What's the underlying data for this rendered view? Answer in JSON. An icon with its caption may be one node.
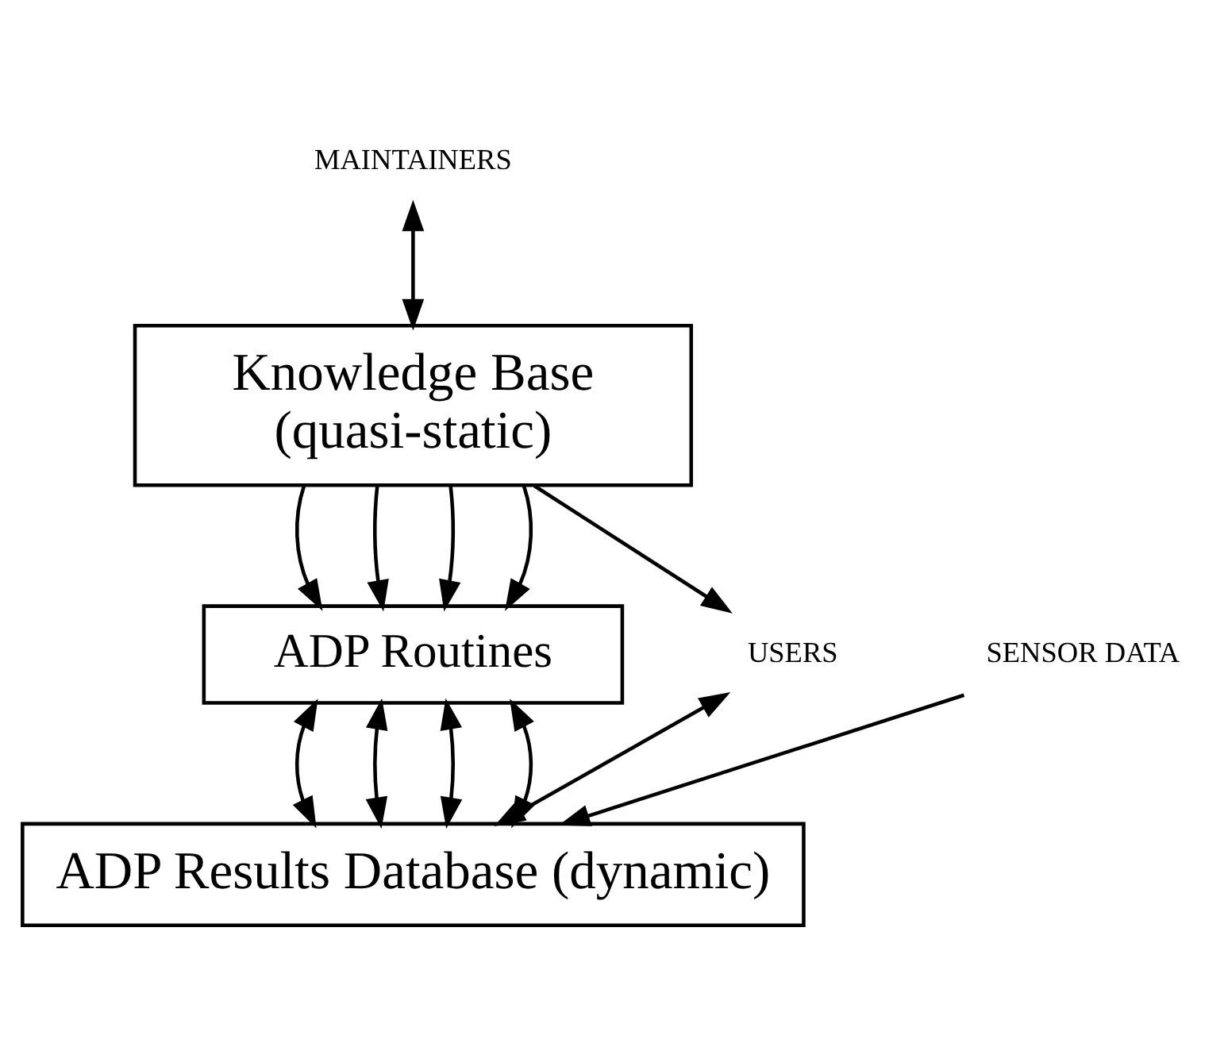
{
  "diagram": {
    "nodes": [
      {
        "text": [
          "MAINTAINERS"
        ]
      },
      {
        "text": [
          "Knowledge Base",
          "(quasi-static)"
        ]
      },
      {
        "text": [
          "ADP Routines"
        ]
      },
      {
        "text": [
          "ADP Results Database (dynamic)"
        ]
      },
      {
        "text": [
          "SENSOR DATA"
        ]
      },
      {
        "text": [
          "USERS"
        ]
      }
    ],
    "edges": [
      {
        "from": 0,
        "to": 1,
        "arrow": "both"
      },
      {
        "from": 1,
        "to": 2,
        "arrow": "to"
      },
      {
        "from": 1,
        "to": 2,
        "arrow": "to"
      },
      {
        "from": 1,
        "to": 2,
        "arrow": "to"
      },
      {
        "from": 1,
        "to": 2,
        "arrow": "to"
      },
      {
        "from": 1,
        "to": 5,
        "arrow": "to"
      },
      {
        "from": 4,
        "to": 3,
        "arrow": "to"
      },
      {
        "from": 2,
        "to": 3,
        "arrow": "both"
      },
      {
        "from": 2,
        "to": 3,
        "arrow": "both"
      },
      {
        "from": 2,
        "to": 3,
        "arrow": "both"
      },
      {
        "from": 2,
        "to": 3,
        "arrow": "both"
      },
      {
        "from": 5,
        "to": 3,
        "arrow": "both"
      }
    ]
  }
}
